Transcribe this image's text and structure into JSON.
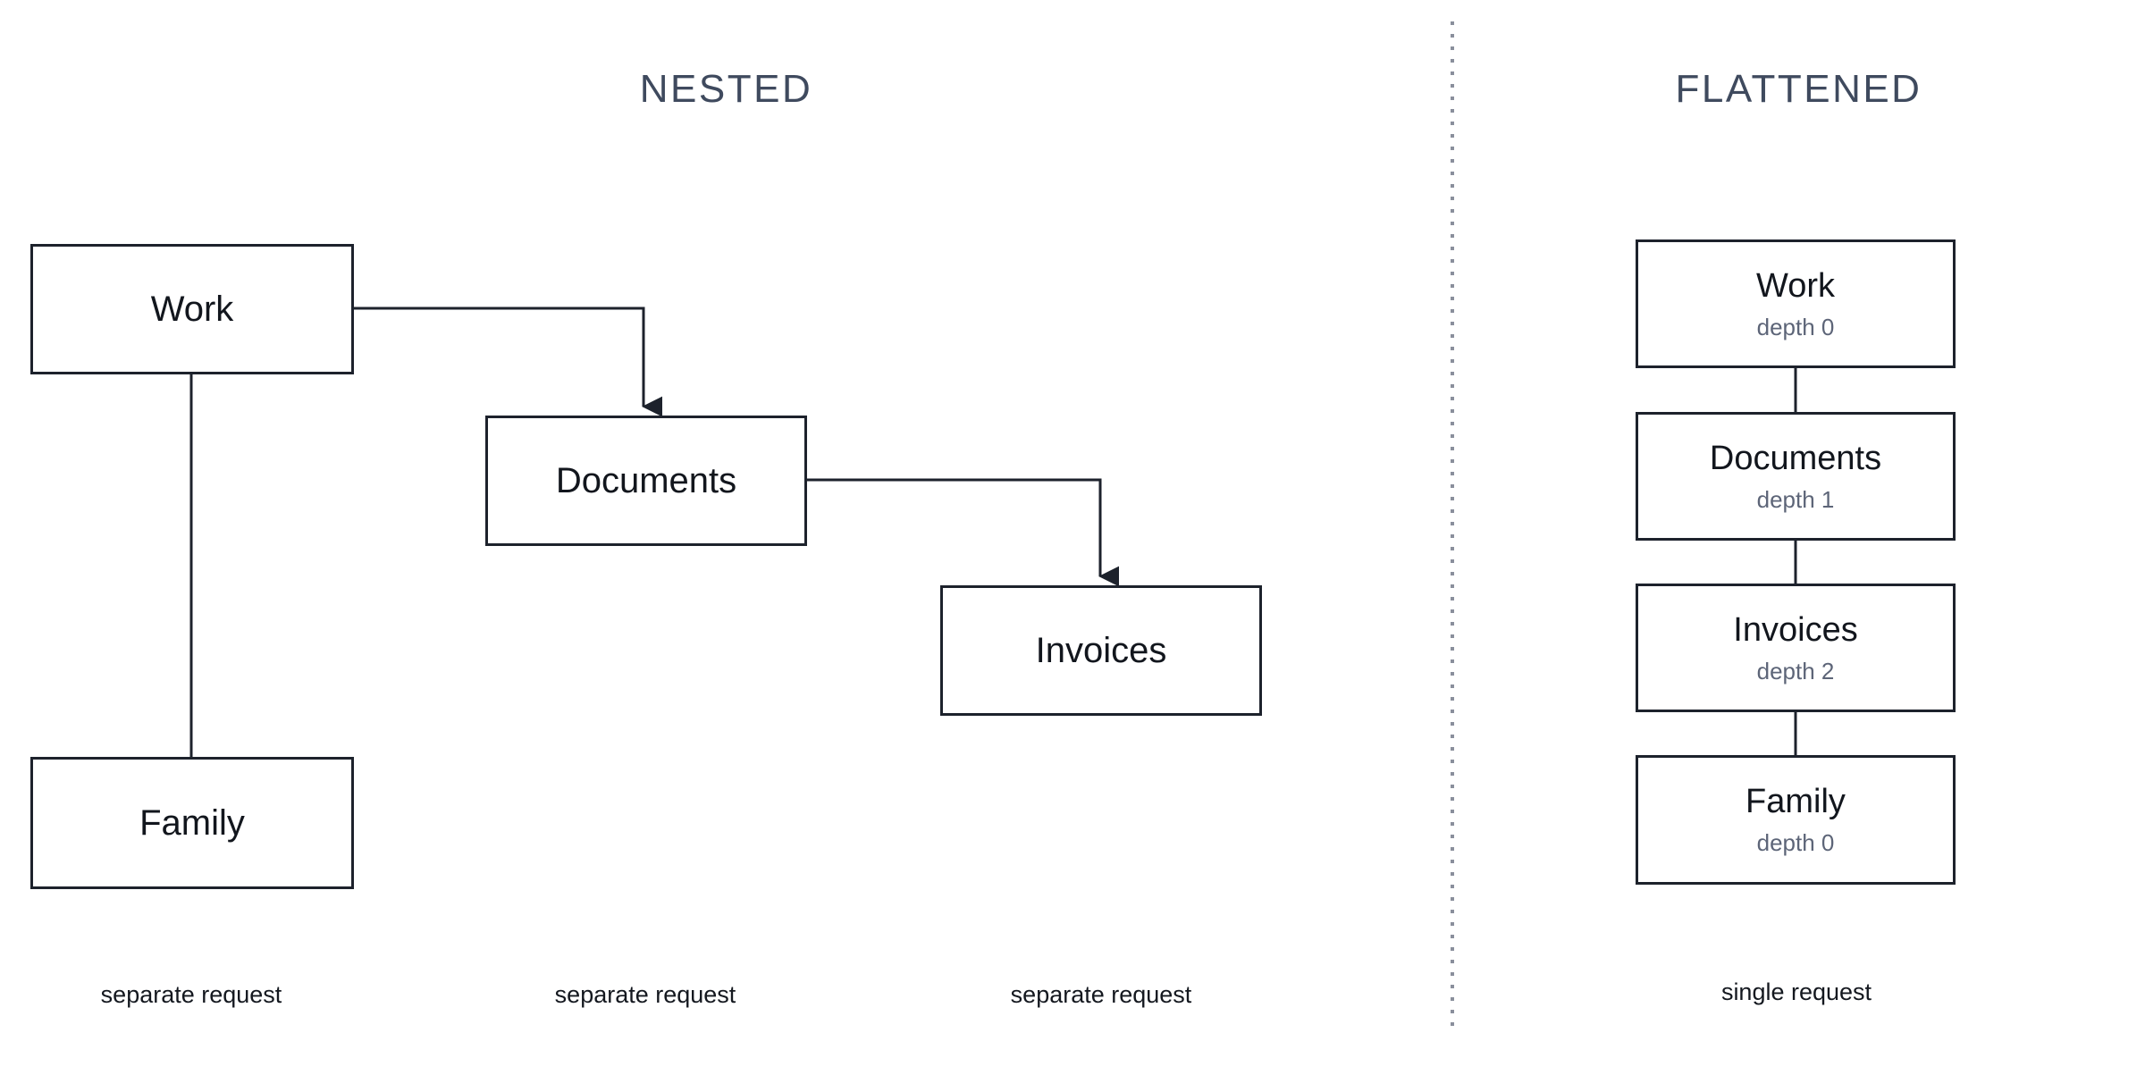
{
  "background_color": "#ffffff",
  "divider": {
    "name": "vertical-dotted-divider",
    "color": "#8a8f9c",
    "style": "dotted"
  },
  "sections": {
    "nested": {
      "title": "NESTED",
      "title_color": "#3f4a5e",
      "nodes": [
        {
          "id": "work",
          "label": "Work"
        },
        {
          "id": "documents",
          "label": "Documents"
        },
        {
          "id": "invoices",
          "label": "Invoices"
        },
        {
          "id": "family",
          "label": "Family"
        }
      ],
      "edges": [
        {
          "from": "work",
          "to": "documents",
          "arrow": true,
          "style": "orthogonal"
        },
        {
          "from": "documents",
          "to": "invoices",
          "arrow": true,
          "style": "orthogonal"
        },
        {
          "from": "work",
          "to": "family",
          "arrow": false,
          "style": "vertical"
        }
      ],
      "captions": [
        "separate request",
        "separate request",
        "separate request"
      ]
    },
    "flattened": {
      "title": "FLATTENED",
      "title_color": "#3f4a5e",
      "nodes": [
        {
          "id": "work",
          "label": "Work",
          "depth_label": "depth 0"
        },
        {
          "id": "documents",
          "label": "Documents",
          "depth_label": "depth 1"
        },
        {
          "id": "invoices",
          "label": "Invoices",
          "depth_label": "depth 2"
        },
        {
          "id": "family",
          "label": "Family",
          "depth_label": "depth 0"
        }
      ],
      "caption": "single request"
    }
  },
  "colors": {
    "box_border": "#1d222c",
    "node_text": "#12161d",
    "depth_text": "#5d6578",
    "caption_text": "#14181f",
    "title_text": "#3f4a5e"
  }
}
